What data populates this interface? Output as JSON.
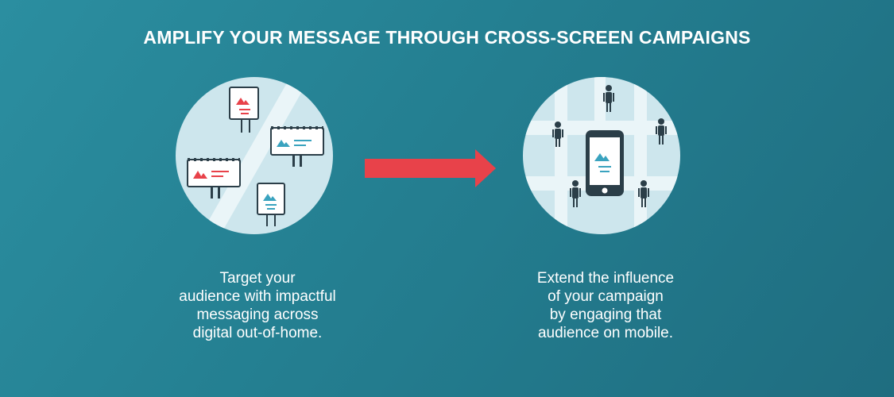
{
  "headline": "AMPLIFY YOUR MESSAGE THROUGH CROSS-SCREEN CAMPAIGNS",
  "left_panel": {
    "illustration": "digital-billboards-illustration",
    "caption_lines": [
      "Target your",
      "audience with impactful",
      "messaging across",
      "digital out-of-home."
    ]
  },
  "right_panel": {
    "illustration": "mobile-audience-illustration",
    "caption_lines": [
      "Extend the influence",
      "of your campaign",
      "by engaging that",
      "audience on mobile."
    ]
  },
  "arrow_icon": "right-arrow-icon",
  "colors": {
    "background": "#2589a0",
    "circle_fill": "#cde6ed",
    "street": "#eaf5f8",
    "accent_red": "#e8424a",
    "accent_teal": "#3aa3bf",
    "dark_line": "#2b3e48"
  }
}
